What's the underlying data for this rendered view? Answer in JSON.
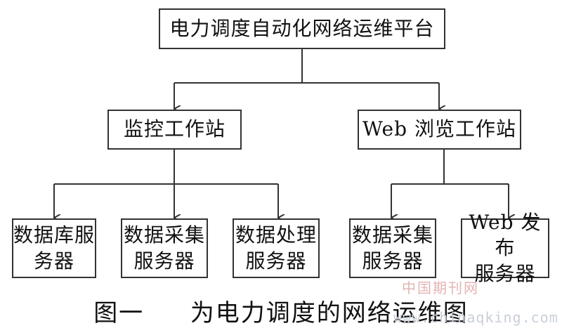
{
  "root": {
    "label": "电力调度自动化网络运维平台"
  },
  "level2": [
    {
      "id": "monitor",
      "label": "监控工作站"
    },
    {
      "id": "web",
      "label": "Web 浏览工作站"
    }
  ],
  "level3": [
    {
      "parent": "monitor",
      "label": "数据库服\n务器"
    },
    {
      "parent": "monitor",
      "label": "数据采集\n服务器"
    },
    {
      "parent": "monitor",
      "label": "数据处理\n服务器"
    },
    {
      "parent": "web",
      "label": "数据采集\n服务器"
    },
    {
      "parent": "web",
      "label": "Web 发布\n服务器"
    }
  ],
  "caption": {
    "number": "图一",
    "title": "为电力调度的网络运维图"
  },
  "watermark": {
    "line1": "中国期刊网",
    "line2": "www.chinaqking.com"
  }
}
